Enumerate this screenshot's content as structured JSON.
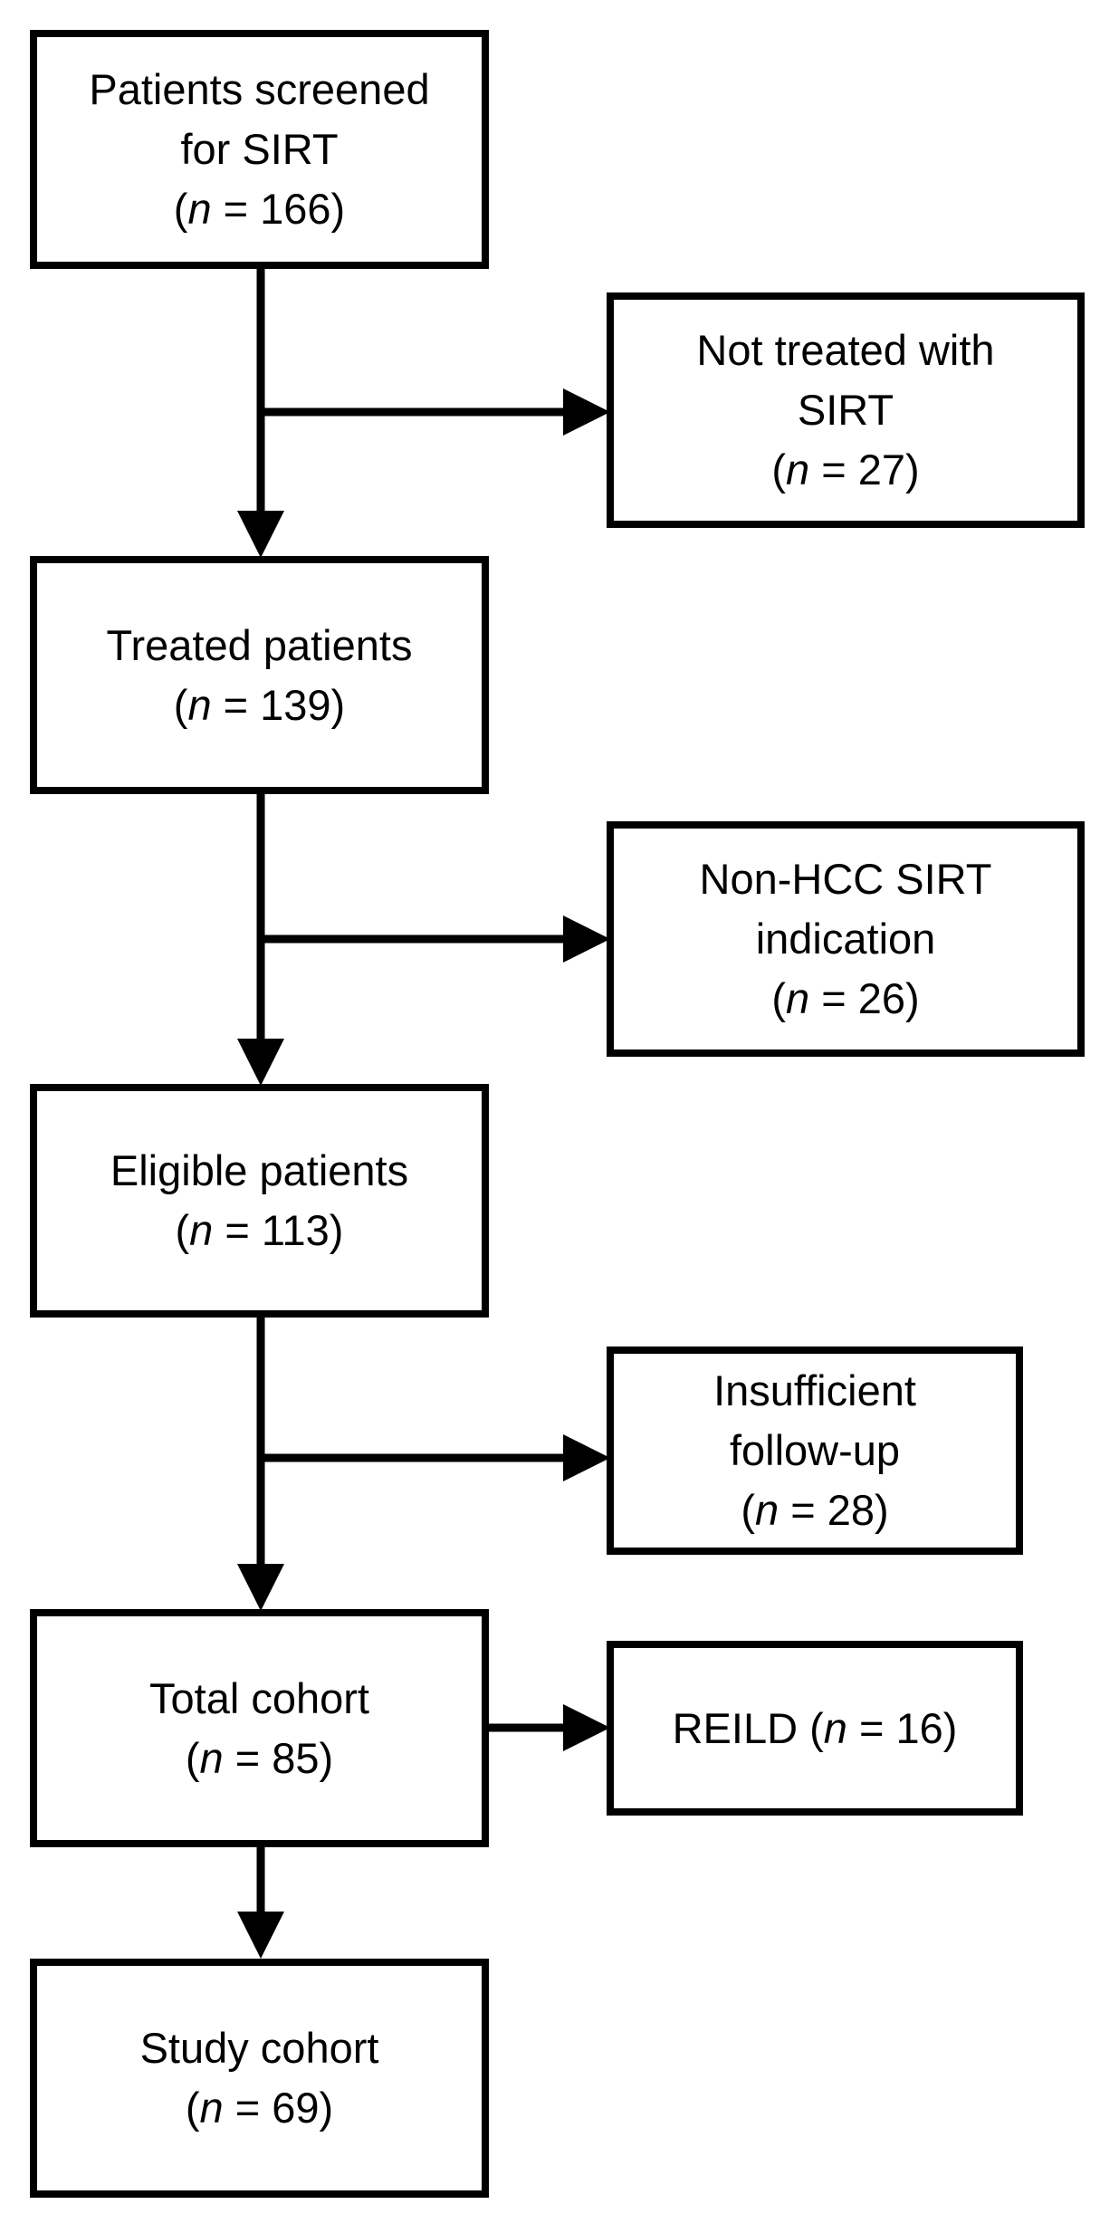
{
  "page": {
    "background_color": "#ffffff",
    "ink_color": "#000000",
    "diagram_type": "patient-flow-consort"
  },
  "boxes": {
    "screened": {
      "lines": [
        "Patients screened",
        "for SIRT"
      ],
      "count": {
        "open": "(",
        "var": "n",
        "rest": " = 166)"
      }
    },
    "not_treated": {
      "lines": [
        "Not treated with",
        "SIRT"
      ],
      "count": {
        "open": "(",
        "var": "n",
        "rest": " = 27)"
      }
    },
    "treated": {
      "lines": [
        "Treated patients"
      ],
      "count": {
        "open": "(",
        "var": "n",
        "rest": " = 139)"
      }
    },
    "non_hcc": {
      "lines": [
        "Non-HCC SIRT",
        "indication"
      ],
      "count": {
        "open": "(",
        "var": "n",
        "rest": " = 26)"
      }
    },
    "eligible": {
      "lines": [
        "Eligible patients"
      ],
      "count": {
        "open": "(",
        "var": "n",
        "rest": " = 113)"
      }
    },
    "insufficient": {
      "lines": [
        "Insufficient",
        "follow-up"
      ],
      "count": {
        "open": "(",
        "var": "n",
        "rest": " = 28)"
      }
    },
    "total": {
      "lines": [
        "Total cohort"
      ],
      "count": {
        "open": "(",
        "var": "n",
        "rest": " = 85)"
      }
    },
    "reild": {
      "lines": [],
      "count": {
        "open": "REILD (",
        "var": "n",
        "rest": " = 16)"
      }
    },
    "study": {
      "lines": [
        "Study cohort"
      ],
      "count": {
        "open": "(",
        "var": "n",
        "rest": " = 69)"
      }
    }
  }
}
